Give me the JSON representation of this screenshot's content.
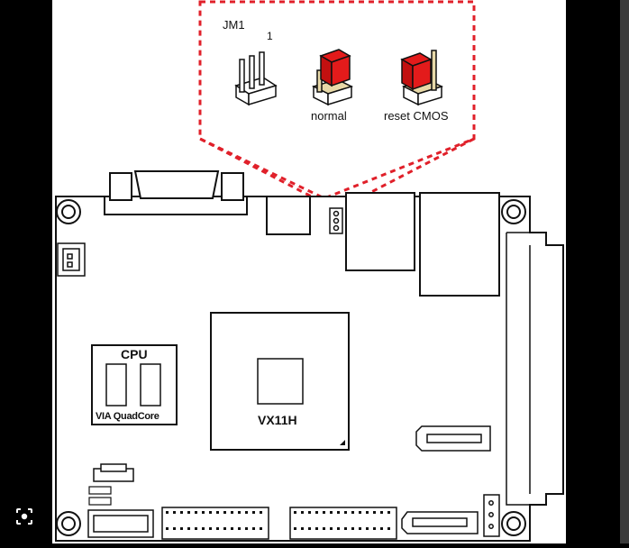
{
  "labels": {
    "jumper_name": "JM1",
    "pin_one": "1",
    "normal": "normal",
    "reset_cmos": "reset CMOS",
    "cpu_title": "CPU",
    "cpu_subtitle": "VIA QuadCore",
    "chipset": "VX11H"
  },
  "colors": {
    "background": "#000000",
    "board": "#ffffff",
    "callout": "#e0202a",
    "jumper_cap": "#e31b1b",
    "pin": "#e8d9a8",
    "outline": "#111111",
    "sidebar": "#4a4a4a"
  },
  "icons": {
    "lens": "visual-search-icon"
  }
}
